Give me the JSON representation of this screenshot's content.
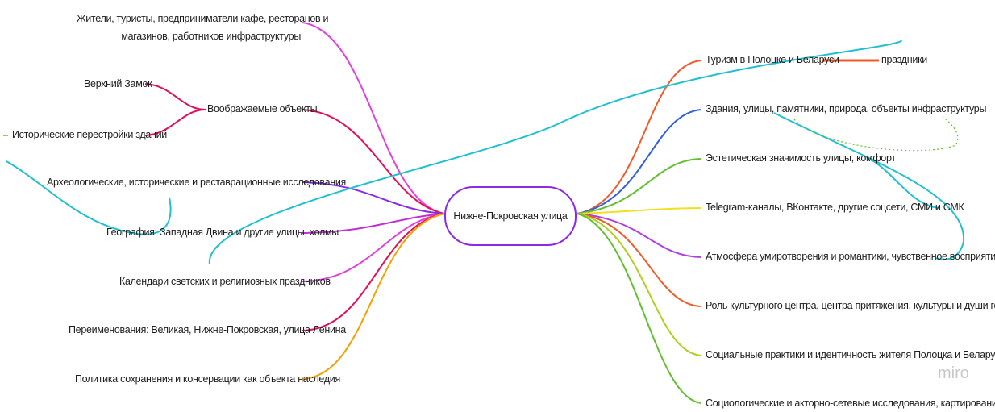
{
  "center": {
    "label": "Нижне-Покровская улица"
  },
  "left_nodes": [
    {
      "line1": "Жители, туристы, предприниматели  кафе, ресторанов и",
      "line2": "магазинов, работников инфраструктуры",
      "color": "#e040e0"
    },
    {
      "label": "Воображаемые объекты",
      "color": "#e0105a"
    },
    {
      "label": "Археологические, исторические и реставрационные исследования",
      "color": "#8a2be2"
    },
    {
      "label": "География: Западная Двина и другие улицы, холмы",
      "color": "#c030d0"
    },
    {
      "label": "Календари светских и религиозных праздников",
      "color": "#e040e0"
    },
    {
      "label": "Переименования: Великая, Нижне-Покровская, улица Ленина",
      "color": "#e0105a"
    },
    {
      "label": "Политика сохранения и консервации как объекта наследия",
      "color": "#f5a000"
    }
  ],
  "sub_nodes": [
    {
      "label": "Верхний Замок",
      "color": "#e0105a"
    },
    {
      "label": "Исторические перестройки зданий",
      "color": "#e0105a"
    }
  ],
  "right_nodes": [
    {
      "label": "Туризм в Полоцке и Беларуси",
      "color": "#f05a28"
    },
    {
      "label": "Здания, улицы, памятники, природа, объекты инфраструктуры",
      "color": "#3060e0"
    },
    {
      "label": "Эстетическая значимость улицы, комфорт",
      "color": "#60c030"
    },
    {
      "label": "Telegram-каналы, ВКонтакте, другие соцсети, СМИ и СМК",
      "color": "#f0e020"
    },
    {
      "label": "Атмосфера умиротворения и романтики, чувственное восприятие",
      "color": "#b040e0"
    },
    {
      "label": "Роль культурного центра, центра притяжения, культуры и души города",
      "color": "#f05a28"
    },
    {
      "label": "Социальные практики и идентичность жителя Полоцка и Беларуси",
      "color": "#b0d020"
    },
    {
      "label": "Социологические и акторно-сетевые исследования, картирование практик",
      "color": "#60c030"
    }
  ],
  "extra_nodes": [
    {
      "label": "праздники",
      "color": "#f05a28"
    }
  ],
  "connector_color": "#20c0d0",
  "dotted_color": "#60c030",
  "watermark": "miro"
}
